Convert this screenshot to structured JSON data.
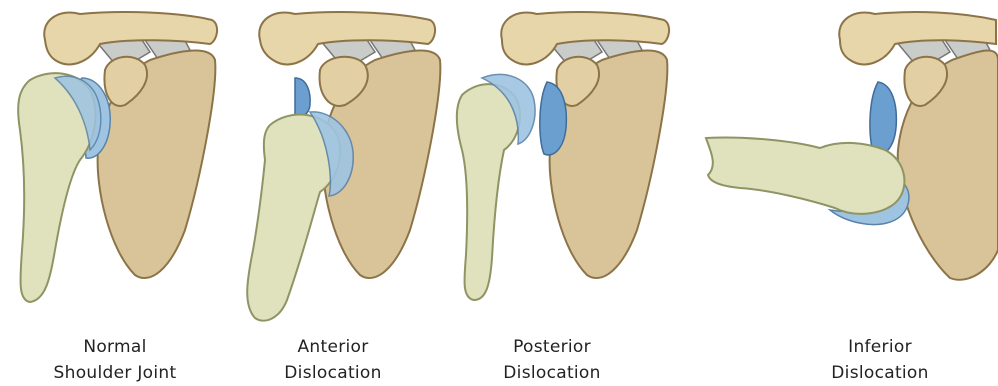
{
  "colors": {
    "scapula": "#d9c49a",
    "scapula_edge": "#8c7448",
    "acromion": "#e8d6ab",
    "humerus": "#dfe2bd",
    "humerus_edge": "#8f9464",
    "cartilage": "#9ec4e2",
    "glenoid": "#6b9fd0",
    "ligament": "#c9ccc9"
  },
  "panels": [
    {
      "id": "normal",
      "caption_line1": "Normal",
      "caption_line2": "Shoulder Joint"
    },
    {
      "id": "anterior",
      "caption_line1": "Anterior",
      "caption_line2": "Dislocation"
    },
    {
      "id": "posterior",
      "caption_line1": "Posterior",
      "caption_line2": "Dislocation"
    },
    {
      "id": "inferior",
      "caption_line1": "Inferior",
      "caption_line2": "Dislocation"
    }
  ]
}
